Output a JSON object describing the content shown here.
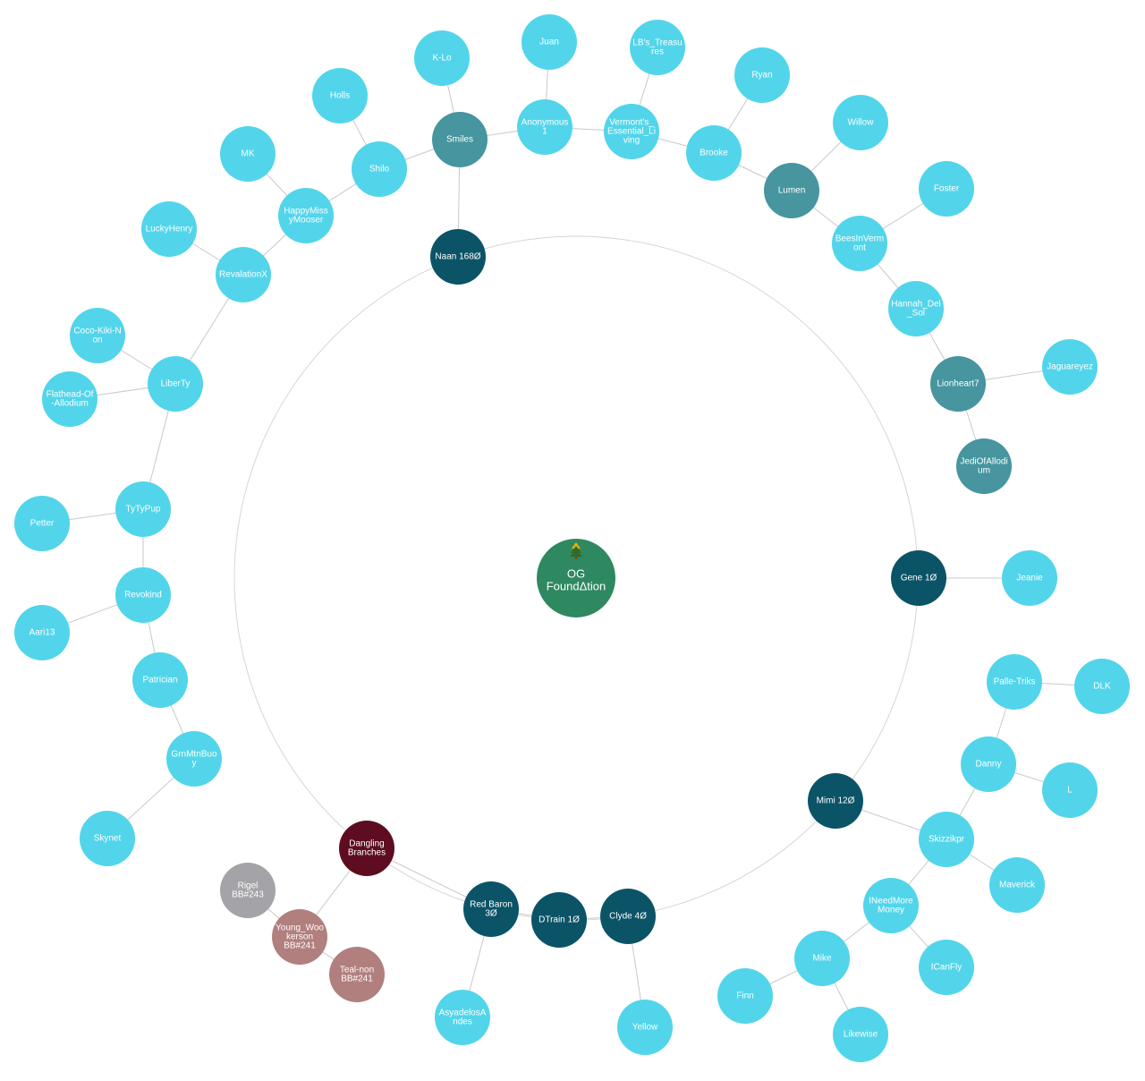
{
  "colors": {
    "light": "#52d5ea",
    "teal": "#46959f",
    "dark": "#0b5467",
    "center": "#2e8860",
    "maroon": "#5d0d1f",
    "gray": "#a3a3a8",
    "rose": "#b17f7e",
    "edge": "#c9c9c9",
    "ring": "#d6d6d6"
  },
  "center": {
    "id": "og",
    "lines": [
      "OG",
      "FoundΔtion"
    ],
    "icon": "pine-tree-icon"
  },
  "nodes": [
    {
      "id": "naan",
      "lines": [
        "Naan 168Ø"
      ],
      "kind": "dark"
    },
    {
      "id": "gene",
      "lines": [
        "Gene 1Ø"
      ],
      "kind": "dark"
    },
    {
      "id": "mimi",
      "lines": [
        "Mimi 12Ø"
      ],
      "kind": "dark"
    },
    {
      "id": "clyde",
      "lines": [
        "Clyde 4Ø"
      ],
      "kind": "dark"
    },
    {
      "id": "dtrain",
      "lines": [
        "DTrain 1Ø"
      ],
      "kind": "dark"
    },
    {
      "id": "redbaron",
      "lines": [
        "Red Baron",
        "3Ø"
      ],
      "kind": "dark"
    },
    {
      "id": "dangling",
      "lines": [
        "Dangling",
        "Branches"
      ],
      "kind": "maroon"
    },
    {
      "id": "smiles",
      "lines": [
        "Smiles"
      ],
      "kind": "teal"
    },
    {
      "id": "lumen",
      "lines": [
        "Lumen"
      ],
      "kind": "teal"
    },
    {
      "id": "lionheart",
      "lines": [
        "Lionheart7"
      ],
      "kind": "teal"
    },
    {
      "id": "jedi",
      "lines": [
        "JediOfAllodi",
        "um"
      ],
      "kind": "teal"
    },
    {
      "id": "klo",
      "lines": [
        "K-Lo"
      ],
      "kind": "light"
    },
    {
      "id": "juan",
      "lines": [
        "Juan"
      ],
      "kind": "light"
    },
    {
      "id": "anon",
      "lines": [
        "Anonymous",
        "1"
      ],
      "kind": "light"
    },
    {
      "id": "lbs",
      "lines": [
        "LB's_Treasu",
        "res"
      ],
      "kind": "light"
    },
    {
      "id": "vermont",
      "lines": [
        "Vermont's_",
        "Essential_Li",
        "ving"
      ],
      "kind": "light"
    },
    {
      "id": "ryan",
      "lines": [
        "Ryan"
      ],
      "kind": "light"
    },
    {
      "id": "brooke",
      "lines": [
        "Brooke"
      ],
      "kind": "light"
    },
    {
      "id": "willow",
      "lines": [
        "Willow"
      ],
      "kind": "light"
    },
    {
      "id": "foster",
      "lines": [
        "Foster"
      ],
      "kind": "light"
    },
    {
      "id": "bees",
      "lines": [
        "BeesInVerm",
        "ont"
      ],
      "kind": "light"
    },
    {
      "id": "hannah",
      "lines": [
        "Hannah_Del",
        "_Sol"
      ],
      "kind": "light"
    },
    {
      "id": "jaguar",
      "lines": [
        "Jaguareyez"
      ],
      "kind": "light"
    },
    {
      "id": "jeanie",
      "lines": [
        "Jeanie"
      ],
      "kind": "light"
    },
    {
      "id": "holls",
      "lines": [
        "Holls"
      ],
      "kind": "light"
    },
    {
      "id": "shilo",
      "lines": [
        "Shilo"
      ],
      "kind": "light"
    },
    {
      "id": "mk",
      "lines": [
        "MK"
      ],
      "kind": "light"
    },
    {
      "id": "happy",
      "lines": [
        "HappyMiss",
        "yMooser"
      ],
      "kind": "light"
    },
    {
      "id": "lucky",
      "lines": [
        "LuckyHenry"
      ],
      "kind": "light"
    },
    {
      "id": "revelation",
      "lines": [
        "RevalationX"
      ],
      "kind": "light"
    },
    {
      "id": "coco",
      "lines": [
        "Coco-Kiki-N",
        "on"
      ],
      "kind": "light"
    },
    {
      "id": "liberty",
      "lines": [
        "LiberTy"
      ],
      "kind": "light"
    },
    {
      "id": "flathead",
      "lines": [
        "Flathead-Of",
        "-Allodium"
      ],
      "kind": "light"
    },
    {
      "id": "tytypup",
      "lines": [
        "TyTyPup"
      ],
      "kind": "light"
    },
    {
      "id": "petter",
      "lines": [
        "Petter"
      ],
      "kind": "light"
    },
    {
      "id": "revokind",
      "lines": [
        "Revokind"
      ],
      "kind": "light"
    },
    {
      "id": "aari",
      "lines": [
        "Aari13"
      ],
      "kind": "light"
    },
    {
      "id": "patrician",
      "lines": [
        "Patrician"
      ],
      "kind": "light"
    },
    {
      "id": "grnmtn",
      "lines": [
        "GrnMtnBuo",
        "y"
      ],
      "kind": "light"
    },
    {
      "id": "skynet",
      "lines": [
        "Skynet"
      ],
      "kind": "light"
    },
    {
      "id": "palle",
      "lines": [
        "Palle-Triks"
      ],
      "kind": "light"
    },
    {
      "id": "dlk",
      "lines": [
        "DLK"
      ],
      "kind": "light"
    },
    {
      "id": "danny",
      "lines": [
        "Danny"
      ],
      "kind": "light"
    },
    {
      "id": "l",
      "lines": [
        "L"
      ],
      "kind": "light"
    },
    {
      "id": "skizzikpr",
      "lines": [
        "Skizzikpr"
      ],
      "kind": "light"
    },
    {
      "id": "maverick",
      "lines": [
        "Maverick"
      ],
      "kind": "light"
    },
    {
      "id": "ineed",
      "lines": [
        "INeedMore",
        "Money"
      ],
      "kind": "light"
    },
    {
      "id": "icanfly",
      "lines": [
        "ICanFly"
      ],
      "kind": "light"
    },
    {
      "id": "mike",
      "lines": [
        "Mike"
      ],
      "kind": "light"
    },
    {
      "id": "finn",
      "lines": [
        "Finn"
      ],
      "kind": "light"
    },
    {
      "id": "likewise",
      "lines": [
        "Likewise"
      ],
      "kind": "light"
    },
    {
      "id": "yellow",
      "lines": [
        "Yellow"
      ],
      "kind": "light"
    },
    {
      "id": "asya",
      "lines": [
        "AsyadelosA",
        "ndes"
      ],
      "kind": "light"
    },
    {
      "id": "rigel",
      "lines": [
        "Rigel",
        "BB#243"
      ],
      "kind": "gray"
    },
    {
      "id": "young",
      "lines": [
        "Young_Woo",
        "kerson",
        "BB#241"
      ],
      "kind": "rose"
    },
    {
      "id": "tealnon",
      "lines": [
        "Teal-non",
        "BB#241"
      ],
      "kind": "rose"
    }
  ],
  "edges": [
    [
      "naan",
      "smiles"
    ],
    [
      "smiles",
      "klo"
    ],
    [
      "smiles",
      "anon"
    ],
    [
      "smiles",
      "shilo"
    ],
    [
      "anon",
      "juan"
    ],
    [
      "anon",
      "vermont"
    ],
    [
      "vermont",
      "lbs"
    ],
    [
      "vermont",
      "brooke"
    ],
    [
      "brooke",
      "ryan"
    ],
    [
      "brooke",
      "lumen"
    ],
    [
      "lumen",
      "willow"
    ],
    [
      "lumen",
      "bees"
    ],
    [
      "bees",
      "foster"
    ],
    [
      "bees",
      "hannah"
    ],
    [
      "hannah",
      "lionheart"
    ],
    [
      "lionheart",
      "jaguar"
    ],
    [
      "lionheart",
      "jedi"
    ],
    [
      "shilo",
      "holls"
    ],
    [
      "shilo",
      "happy"
    ],
    [
      "happy",
      "mk"
    ],
    [
      "happy",
      "revelation"
    ],
    [
      "revelation",
      "lucky"
    ],
    [
      "revelation",
      "liberty"
    ],
    [
      "liberty",
      "coco"
    ],
    [
      "liberty",
      "flathead"
    ],
    [
      "liberty",
      "tytypup"
    ],
    [
      "tytypup",
      "petter"
    ],
    [
      "tytypup",
      "revokind"
    ],
    [
      "revokind",
      "aari"
    ],
    [
      "revokind",
      "patrician"
    ],
    [
      "patrician",
      "grnmtn"
    ],
    [
      "grnmtn",
      "skynet"
    ],
    [
      "gene",
      "jeanie"
    ],
    [
      "mimi",
      "skizzikpr"
    ],
    [
      "skizzikpr",
      "danny"
    ],
    [
      "skizzikpr",
      "maverick"
    ],
    [
      "skizzikpr",
      "ineed"
    ],
    [
      "danny",
      "palle"
    ],
    [
      "danny",
      "l"
    ],
    [
      "palle",
      "dlk"
    ],
    [
      "ineed",
      "icanfly"
    ],
    [
      "ineed",
      "mike"
    ],
    [
      "mike",
      "finn"
    ],
    [
      "mike",
      "likewise"
    ],
    [
      "clyde",
      "dtrain"
    ],
    [
      "clyde",
      "yellow"
    ],
    [
      "dtrain",
      "redbaron"
    ],
    [
      "redbaron",
      "dangling"
    ],
    [
      "redbaron",
      "asya"
    ],
    [
      "dangling",
      "young"
    ],
    [
      "young",
      "rigel"
    ],
    [
      "young",
      "tealnon"
    ]
  ]
}
